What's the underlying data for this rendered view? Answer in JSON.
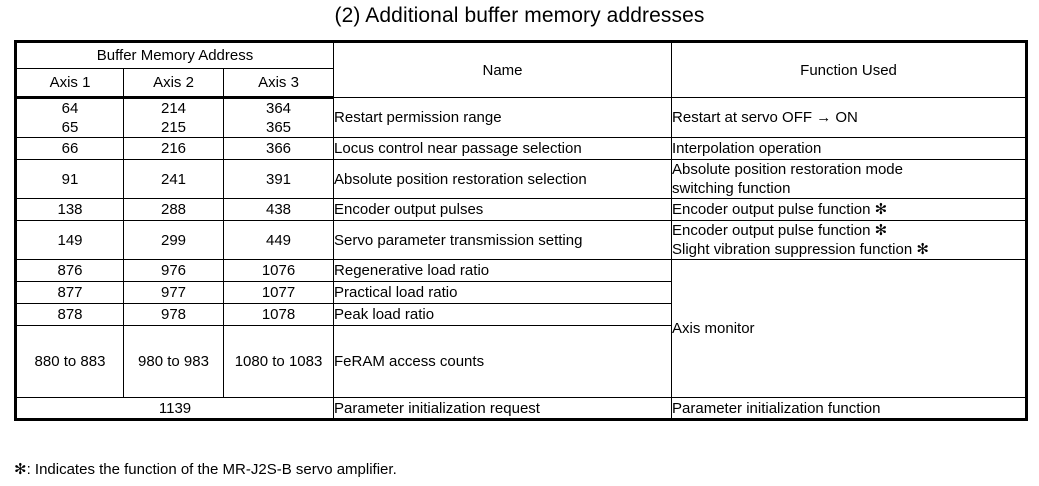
{
  "document": {
    "title": "(2) Additional buffer memory addresses",
    "footnote": "✻: Indicates the function of the MR-J2S-B servo amplifier."
  },
  "table": {
    "header": {
      "group_label": "Buffer Memory Address",
      "axis1": "Axis 1",
      "axis2": "Axis 2",
      "axis3": "Axis 3",
      "name": "Name",
      "function_used": "Function Used"
    },
    "rows": [
      {
        "axis1": "64\n65",
        "axis1_l1": "64",
        "axis1_l2": "65",
        "axis2_l1": "214",
        "axis2_l2": "215",
        "axis3_l1": "364",
        "axis3_l2": "365",
        "name": "Restart permission range",
        "function": "Restart at servo OFF → ON"
      },
      {
        "axis1": "66",
        "axis2": "216",
        "axis3": "366",
        "name": "Locus control near passage selection",
        "function": "Interpolation operation"
      },
      {
        "axis1": "91",
        "axis2": "241",
        "axis3": "391",
        "name": "Absolute position restoration selection",
        "function_l1": "Absolute position restoration mode",
        "function_l2": "switching function"
      },
      {
        "axis1": "138",
        "axis2": "288",
        "axis3": "438",
        "name": "Encoder output pulses",
        "function": "Encoder output pulse function ✻"
      },
      {
        "axis1": "149",
        "axis2": "299",
        "axis3": "449",
        "name": "Servo parameter transmission setting",
        "function_l1": "Encoder output pulse function ✻",
        "function_l2": "Slight vibration suppression function ✻"
      },
      {
        "axis1": "876",
        "axis2": "976",
        "axis3": "1076",
        "name": "Regenerative load ratio",
        "function": "Axis monitor"
      },
      {
        "axis1": "877",
        "axis2": "977",
        "axis3": "1077",
        "name": "Practical load ratio"
      },
      {
        "axis1": "878",
        "axis2": "978",
        "axis3": "1078",
        "name": "Peak load ratio"
      },
      {
        "axis1_l1": "880",
        "axis1_l2": "to",
        "axis1_l3": "883",
        "axis2_l1": "980",
        "axis2_l2": "to",
        "axis2_l3": "983",
        "axis3_l1": "1080",
        "axis3_l2": "to",
        "axis3_l3": "1083",
        "name": "FeRAM access counts"
      },
      {
        "address_all": "1139",
        "name": "Parameter initialization request",
        "function": "Parameter initialization function"
      }
    ]
  }
}
